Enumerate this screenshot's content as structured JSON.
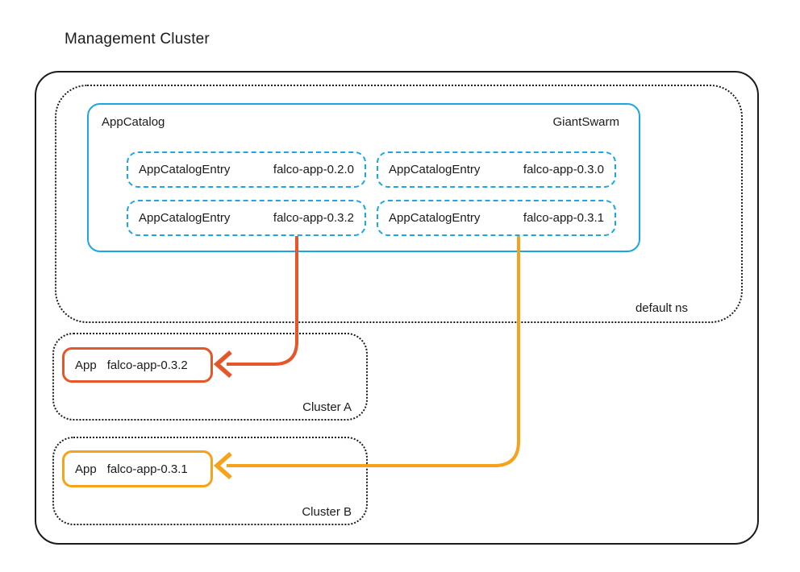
{
  "title": "Management Cluster",
  "colors": {
    "ink": "#1b1b1b",
    "blue": "#1aa7e4",
    "red": "#e5562a",
    "orange": "#f7a21b"
  },
  "namespace": {
    "label": "default ns",
    "catalog": {
      "label": "AppCatalog",
      "name": "GiantSwarm",
      "entries": [
        {
          "kind": "AppCatalogEntry",
          "version": "falco-app-0.2.0"
        },
        {
          "kind": "AppCatalogEntry",
          "version": "falco-app-0.3.0"
        },
        {
          "kind": "AppCatalogEntry",
          "version": "falco-app-0.3.2"
        },
        {
          "kind": "AppCatalogEntry",
          "version": "falco-app-0.3.1"
        }
      ]
    }
  },
  "clusters": [
    {
      "label": "Cluster A",
      "app": {
        "kind": "App",
        "version": "falco-app-0.3.2"
      },
      "accent": "#e5562a"
    },
    {
      "label": "Cluster B",
      "app": {
        "kind": "App",
        "version": "falco-app-0.3.1"
      },
      "accent": "#f7a21b"
    }
  ],
  "arrows": [
    {
      "name": "deploy-falco-app-0.3.2",
      "color": "#e5562a"
    },
    {
      "name": "deploy-falco-app-0.3.1",
      "color": "#f7a21b"
    }
  ]
}
